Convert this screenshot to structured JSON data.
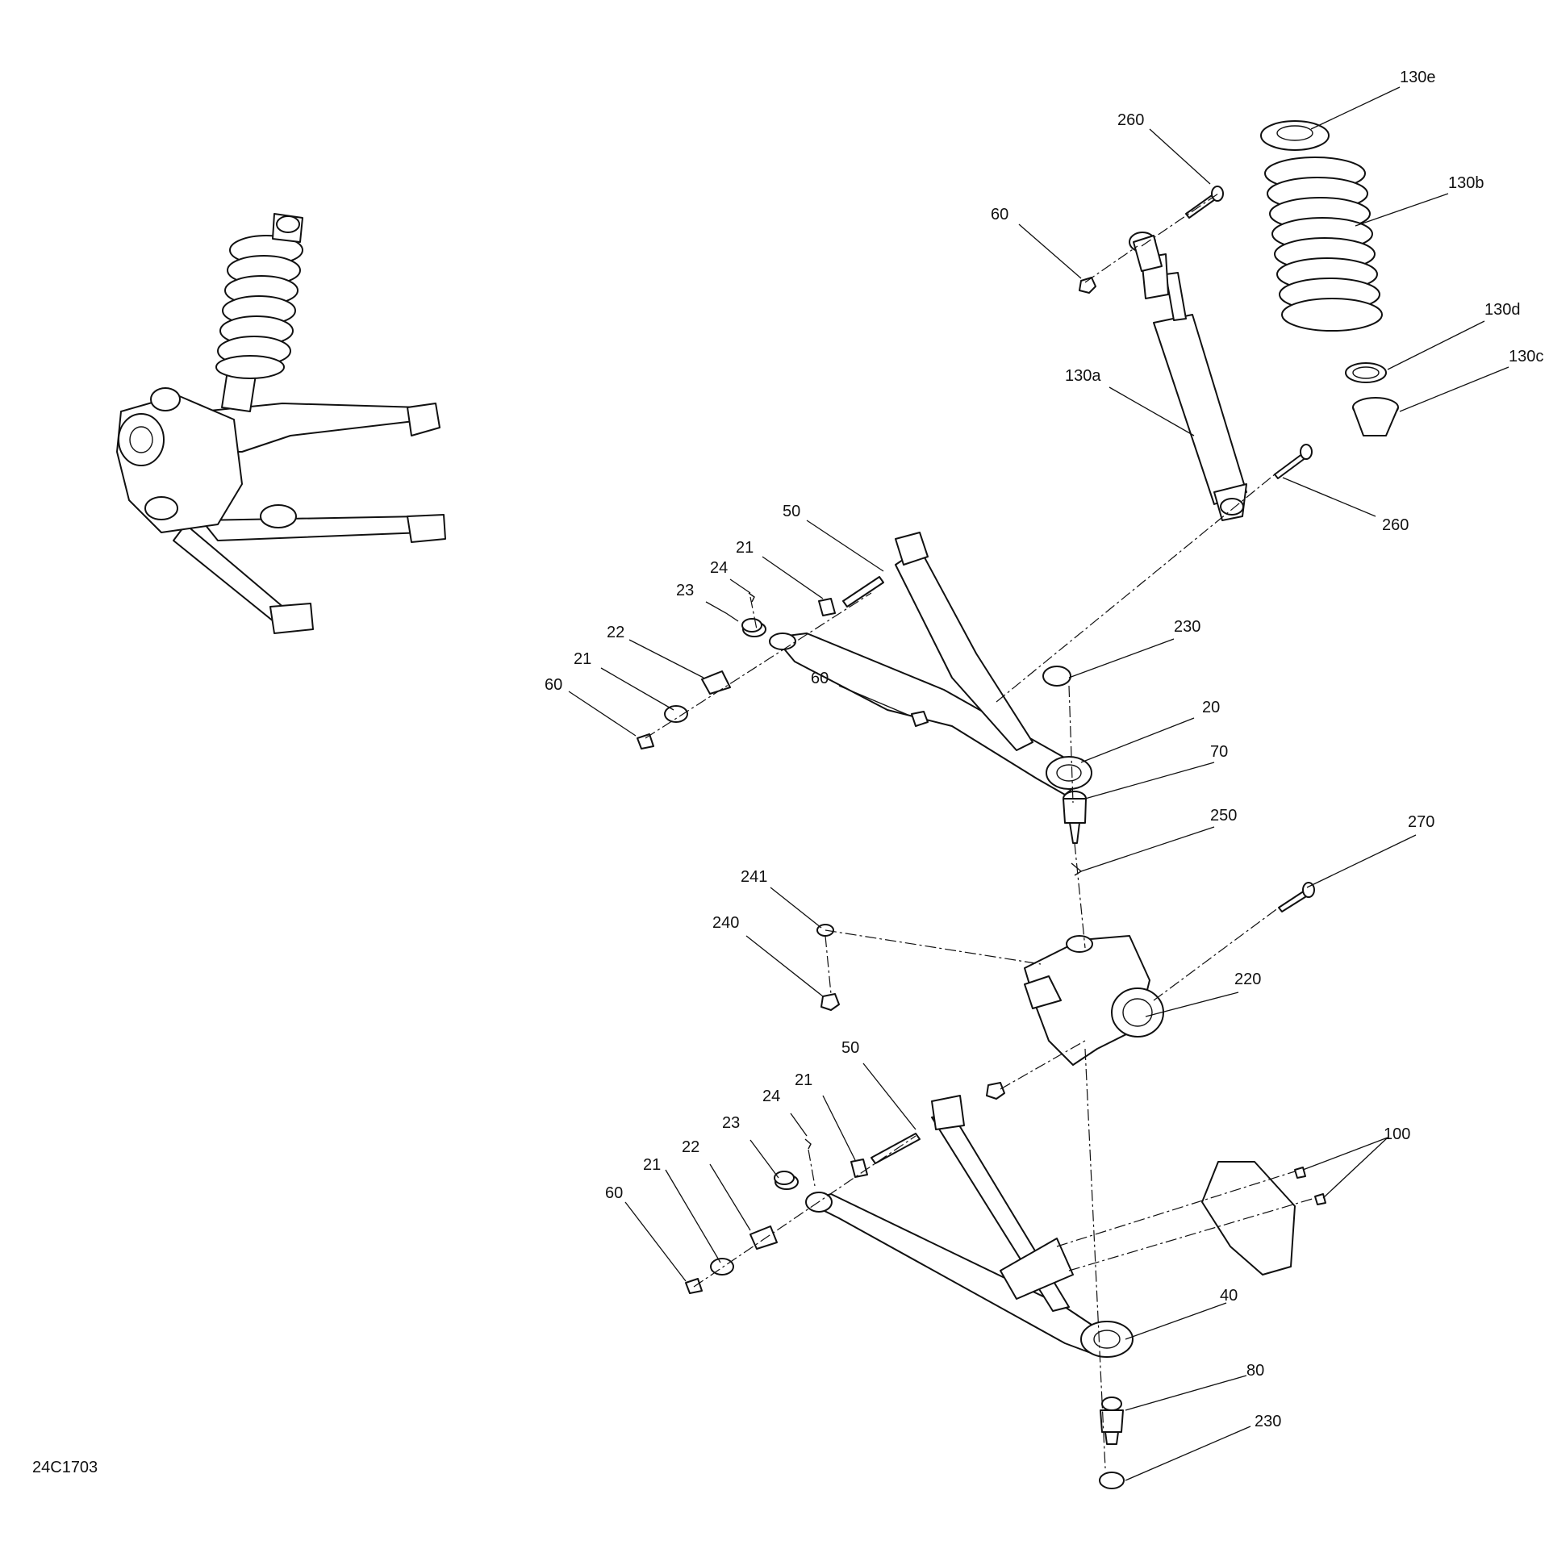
{
  "figure_id": "24C1703",
  "callouts": {
    "c130e": "130e",
    "c260_top": "260",
    "c130b": "130b",
    "c60_top": "60",
    "c130d": "130d",
    "c130c": "130c",
    "c130a": "130a",
    "c260_mid": "260",
    "c50_upper": "50",
    "c21_upper_a": "21",
    "c24_upper": "24",
    "c23_upper": "23",
    "c22_upper": "22",
    "c21_upper_b": "21",
    "c60_upper_a": "60",
    "c60_upper_b": "60",
    "c230_upper": "230",
    "c20": "20",
    "c70": "70",
    "c250": "250",
    "c270": "270",
    "c241": "241",
    "c240": "240",
    "c220": "220",
    "c50_lower": "50",
    "c21_lower_a": "21",
    "c24_lower": "24",
    "c23_lower": "23",
    "c22_lower": "22",
    "c21_lower_b": "21",
    "c60_lower": "60",
    "c100": "100",
    "c40": "40",
    "c80": "80",
    "c230_lower": "230"
  }
}
